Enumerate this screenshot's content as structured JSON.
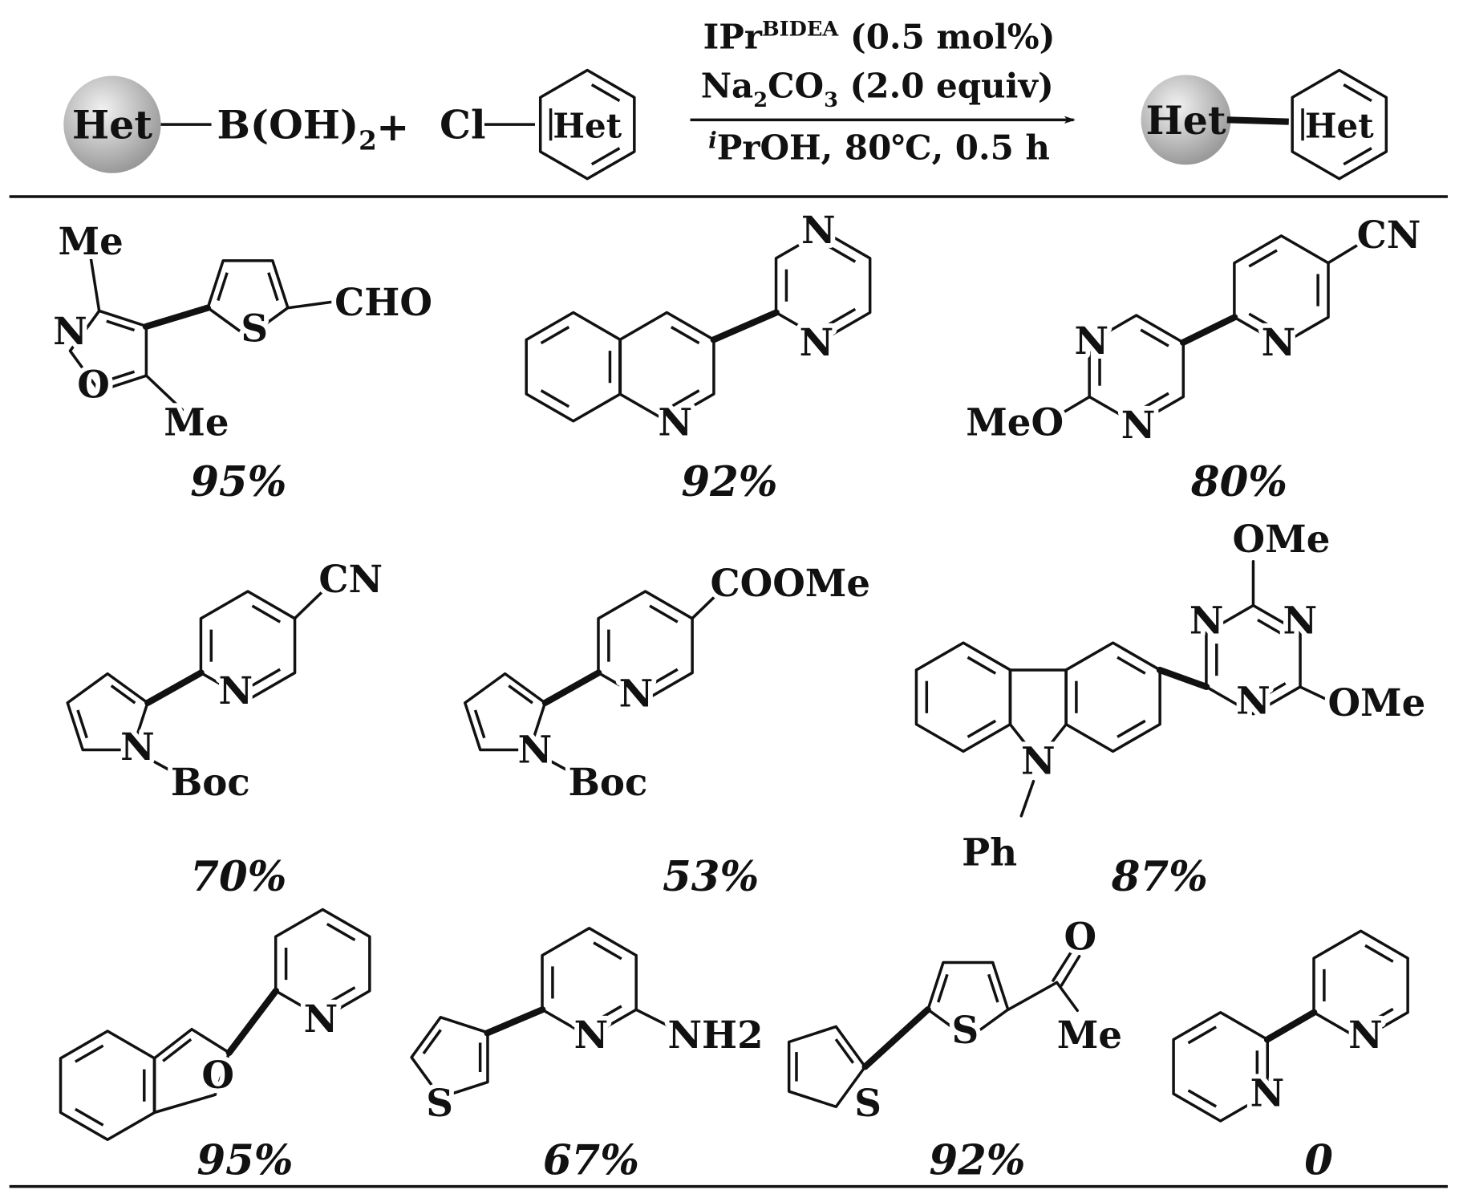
{
  "scheme": {
    "reactant1": {
      "circle_label": "Het",
      "group": "B(OH)",
      "group_sub": "2"
    },
    "plus": "+",
    "reactant2": {
      "halide": "Cl",
      "ring_label": "Het"
    },
    "conditions": {
      "catalyst": "IPr",
      "catalyst_sup": "BIDEA",
      "catalyst_load": " (0.5 mol%)",
      "base_a": "Na",
      "base_sub1": "2",
      "base_b": "CO",
      "base_sub2": "3",
      "base_equiv": " (2.0 equiv)",
      "solvent_sup": "i",
      "solvent_rest": "PrOH, 80℃, 0.5 h"
    },
    "product": {
      "circle_label": "Het",
      "ring_label": "Het"
    }
  },
  "colors": {
    "circle_fill": "#bdbdbd",
    "ink": "#111111"
  },
  "products": [
    {
      "yield": "95%",
      "labels": [
        "Me",
        "N",
        "O",
        "Me",
        "S",
        "CHO"
      ]
    },
    {
      "yield": "92%",
      "labels": [
        "N",
        "N",
        "N"
      ]
    },
    {
      "yield": "80%",
      "labels": [
        "N",
        "N",
        "MeO",
        "N",
        "CN"
      ]
    },
    {
      "yield": "70%",
      "labels": [
        "N",
        "N",
        "Boc",
        "CN"
      ]
    },
    {
      "yield": "53%",
      "labels": [
        "N",
        "N",
        "Boc",
        "COOMe"
      ]
    },
    {
      "yield": "87%",
      "labels": [
        "N",
        "Ph",
        "N",
        "N",
        "N",
        "OMe",
        "OMe"
      ]
    },
    {
      "yield": "95%",
      "labels": [
        "O",
        "N"
      ]
    },
    {
      "yield": "67%",
      "labels": [
        "S",
        "N",
        "NH2"
      ]
    },
    {
      "yield": "92%",
      "labels": [
        "S",
        "S",
        "O",
        "Me"
      ]
    },
    {
      "yield": "0",
      "labels": [
        "N",
        "N"
      ]
    }
  ]
}
